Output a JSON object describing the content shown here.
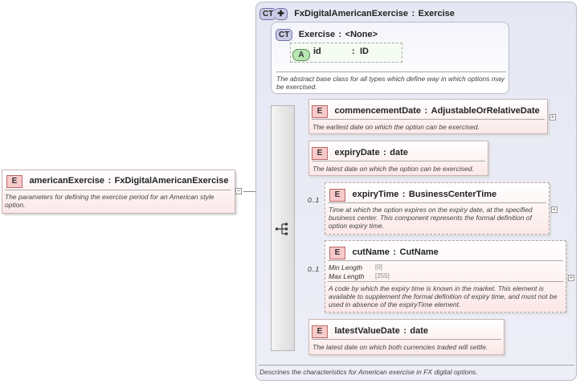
{
  "outer_type": {
    "badge": "CT",
    "name": "FxDigitalAmericanExercise",
    "sep": ":",
    "type": "Exercise",
    "doc": "Descrines the characteristics for American exercise in FX digital options."
  },
  "base_type": {
    "badge": "CT",
    "name": "Exercise",
    "sep": ":",
    "type": "<None>",
    "attribute": {
      "badge": "A",
      "name": "id",
      "sep": ":",
      "type": "ID"
    },
    "doc": "The abstract base class for all types which define way in which options may be exercised."
  },
  "root_element": {
    "badge": "E",
    "name": "americanExercise",
    "sep": ":",
    "type": "FxDigitalAmericanExercise",
    "doc": "The parameters for defining the exercise period for an American style option.",
    "collapse_symbol": "−"
  },
  "elements": [
    {
      "badge": "E",
      "name": "commencementDate",
      "sep": ":",
      "type": "AdjustableOrRelativeDate",
      "doc": "The earliest date on which the option can be exercised.",
      "cardinality": "",
      "expand": "+"
    },
    {
      "badge": "E",
      "name": "expiryDate",
      "sep": ":",
      "type": "date",
      "doc": "The latest date on which the option can be exercised.",
      "cardinality": "",
      "expand": ""
    },
    {
      "badge": "E",
      "name": "expiryTime",
      "sep": ":",
      "type": "BusinessCenterTime",
      "doc": "Time at which the option expires on the expiry date, at the specified business center. This component represents the formal definition of option expiry time.",
      "cardinality": "0..1",
      "expand": "+"
    },
    {
      "badge": "E",
      "name": "cutName",
      "sep": ":",
      "type": "CutName",
      "facets": [
        {
          "label": "Min Length",
          "value": "[0]"
        },
        {
          "label": "Max Length",
          "value": "[255]"
        }
      ],
      "doc": "A code by which the expiry time is known in the market. This element is available to supplement the formal definition of expiry time, and must not be used in absence of the expiryTime element.",
      "cardinality": "0..1",
      "expand": "+"
    },
    {
      "badge": "E",
      "name": "latestValueDate",
      "sep": ":",
      "type": "date",
      "doc": "The latest date on which both currencies traded will settle.",
      "cardinality": "",
      "expand": ""
    }
  ],
  "colors": {
    "element_fill": "#fce8e8",
    "attribute_fill": "#b9e6b3",
    "type_fill": "#e5e7f3"
  }
}
